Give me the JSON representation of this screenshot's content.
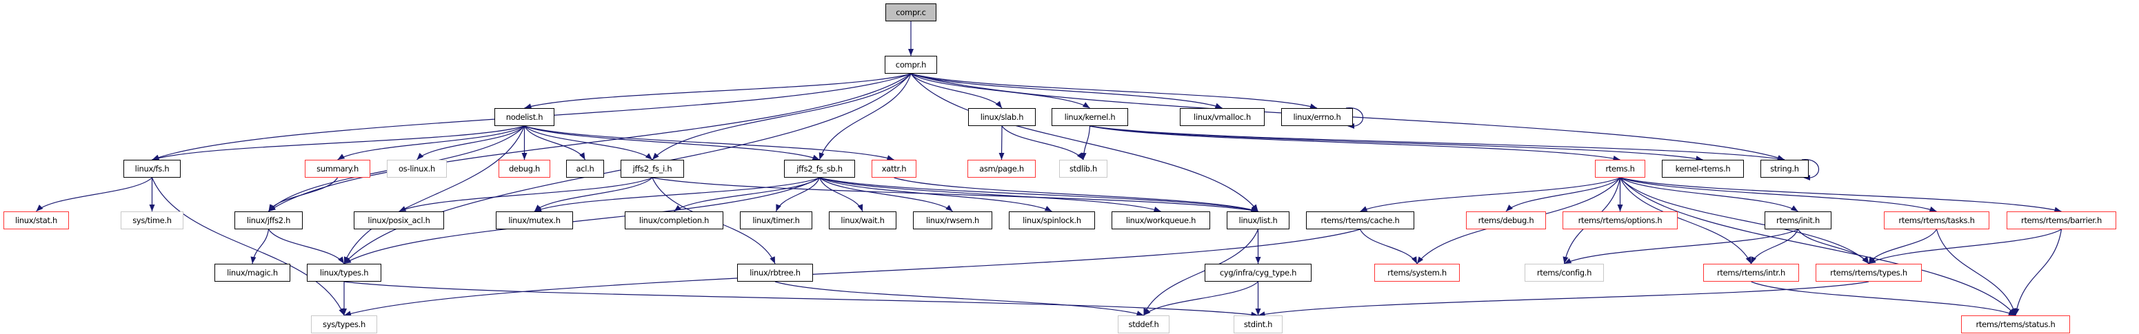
{
  "colors": {
    "edge": "#191970",
    "normal_border": "#000000",
    "red_border": "#ff3333",
    "gray_border": "#c8c8c8",
    "root_fill": "#bfbfbf"
  },
  "nodes": [
    {
      "id": "compr.c",
      "label": "compr.c",
      "style": "root"
    },
    {
      "id": "compr.h",
      "label": "compr.h",
      "style": "normal"
    },
    {
      "id": "nodelist.h",
      "label": "nodelist.h",
      "style": "normal"
    },
    {
      "id": "linux/slab.h",
      "label": "linux/slab.h",
      "style": "normal"
    },
    {
      "id": "linux/kernel.h",
      "label": "linux/kernel.h",
      "style": "normal"
    },
    {
      "id": "linux/vmalloc.h",
      "label": "linux/vmalloc.h",
      "style": "normal"
    },
    {
      "id": "linux/errno.h",
      "label": "linux/errno.h",
      "style": "normal"
    },
    {
      "id": "linux/fs.h",
      "label": "linux/fs.h",
      "style": "normal"
    },
    {
      "id": "summary.h",
      "label": "summary.h",
      "style": "red"
    },
    {
      "id": "os-linux.h",
      "label": "os-linux.h",
      "style": "gray"
    },
    {
      "id": "debug.h",
      "label": "debug.h",
      "style": "red"
    },
    {
      "id": "acl.h",
      "label": "acl.h",
      "style": "normal"
    },
    {
      "id": "jffs2_fs_i.h",
      "label": "jffs2_fs_i.h",
      "style": "normal"
    },
    {
      "id": "jffs2_fs_sb.h",
      "label": "jffs2_fs_sb.h",
      "style": "normal"
    },
    {
      "id": "xattr.h",
      "label": "xattr.h",
      "style": "red"
    },
    {
      "id": "asm/page.h",
      "label": "asm/page.h",
      "style": "red"
    },
    {
      "id": "stdlib.h",
      "label": "stdlib.h",
      "style": "gray"
    },
    {
      "id": "rtems.h",
      "label": "rtems.h",
      "style": "red"
    },
    {
      "id": "kernel-rtems.h",
      "label": "kernel-rtems.h",
      "style": "normal"
    },
    {
      "id": "string.h",
      "label": "string.h",
      "style": "normal"
    },
    {
      "id": "linux/stat.h",
      "label": "linux/stat.h",
      "style": "red"
    },
    {
      "id": "sys/time.h",
      "label": "sys/time.h",
      "style": "gray"
    },
    {
      "id": "linux/jffs2.h",
      "label": "linux/jffs2.h",
      "style": "normal"
    },
    {
      "id": "linux/posix_acl.h",
      "label": "linux/posix_acl.h",
      "style": "normal"
    },
    {
      "id": "linux/mutex.h",
      "label": "linux/mutex.h",
      "style": "normal"
    },
    {
      "id": "linux/completion.h",
      "label": "linux/completion.h",
      "style": "normal"
    },
    {
      "id": "linux/timer.h",
      "label": "linux/timer.h",
      "style": "normal"
    },
    {
      "id": "linux/wait.h",
      "label": "linux/wait.h",
      "style": "normal"
    },
    {
      "id": "linux/rwsem.h",
      "label": "linux/rwsem.h",
      "style": "normal"
    },
    {
      "id": "linux/spinlock.h",
      "label": "linux/spinlock.h",
      "style": "normal"
    },
    {
      "id": "linux/workqueue.h",
      "label": "linux/workqueue.h",
      "style": "normal"
    },
    {
      "id": "linux/list.h",
      "label": "linux/list.h",
      "style": "normal"
    },
    {
      "id": "rtems/rtems/cache.h",
      "label": "rtems/rtems/cache.h",
      "style": "normal"
    },
    {
      "id": "rtems/debug.h",
      "label": "rtems/debug.h",
      "style": "red"
    },
    {
      "id": "rtems/rtems/options.h",
      "label": "rtems/rtems/options.h",
      "style": "red"
    },
    {
      "id": "rtems/init.h",
      "label": "rtems/init.h",
      "style": "normal"
    },
    {
      "id": "rtems/rtems/tasks.h",
      "label": "rtems/rtems/tasks.h",
      "style": "red"
    },
    {
      "id": "rtems/rtems/barrier.h",
      "label": "rtems/rtems/barrier.h",
      "style": "red"
    },
    {
      "id": "linux/magic.h",
      "label": "linux/magic.h",
      "style": "normal"
    },
    {
      "id": "linux/types.h",
      "label": "linux/types.h",
      "style": "normal"
    },
    {
      "id": "linux/rbtree.h",
      "label": "linux/rbtree.h",
      "style": "normal"
    },
    {
      "id": "cyg/infra/cyg_type.h",
      "label": "cyg/infra/cyg_type.h",
      "style": "normal"
    },
    {
      "id": "rtems/system.h",
      "label": "rtems/system.h",
      "style": "red"
    },
    {
      "id": "rtems/config.h",
      "label": "rtems/config.h",
      "style": "gray"
    },
    {
      "id": "rtems/rtems/intr.h",
      "label": "rtems/rtems/intr.h",
      "style": "red"
    },
    {
      "id": "rtems/rtems/types.h",
      "label": "rtems/rtems/types.h",
      "style": "red"
    },
    {
      "id": "sys/types.h",
      "label": "sys/types.h",
      "style": "gray"
    },
    {
      "id": "stddef.h",
      "label": "stddef.h",
      "style": "gray"
    },
    {
      "id": "stdint.h",
      "label": "stdint.h",
      "style": "gray"
    },
    {
      "id": "rtems/rtems/status.h",
      "label": "rtems/rtems/status.h",
      "style": "red"
    }
  ],
  "edges": [
    [
      "compr.c",
      "compr.h"
    ],
    [
      "compr.h",
      "linux/fs.h"
    ],
    [
      "compr.h",
      "linux/jffs2.h"
    ],
    [
      "compr.h",
      "linux/types.h"
    ],
    [
      "compr.h",
      "nodelist.h"
    ],
    [
      "compr.h",
      "jffs2_fs_i.h"
    ],
    [
      "compr.h",
      "jffs2_fs_sb.h"
    ],
    [
      "compr.h",
      "linux/list.h"
    ],
    [
      "compr.h",
      "linux/slab.h"
    ],
    [
      "compr.h",
      "linux/kernel.h"
    ],
    [
      "compr.h",
      "linux/vmalloc.h"
    ],
    [
      "compr.h",
      "linux/errno.h"
    ],
    [
      "compr.h",
      "string.h"
    ],
    [
      "nodelist.h",
      "linux/fs.h"
    ],
    [
      "nodelist.h",
      "linux/jffs2.h"
    ],
    [
      "nodelist.h",
      "summary.h"
    ],
    [
      "nodelist.h",
      "os-linux.h"
    ],
    [
      "nodelist.h",
      "debug.h"
    ],
    [
      "nodelist.h",
      "acl.h"
    ],
    [
      "nodelist.h",
      "jffs2_fs_i.h"
    ],
    [
      "nodelist.h",
      "jffs2_fs_sb.h"
    ],
    [
      "nodelist.h",
      "xattr.h"
    ],
    [
      "nodelist.h",
      "linux/types.h"
    ],
    [
      "linux/fs.h",
      "linux/stat.h"
    ],
    [
      "linux/fs.h",
      "sys/time.h"
    ],
    [
      "linux/fs.h",
      "sys/types.h"
    ],
    [
      "summary.h",
      "linux/jffs2.h"
    ],
    [
      "linux/jffs2.h",
      "linux/magic.h"
    ],
    [
      "linux/jffs2.h",
      "linux/types.h"
    ],
    [
      "linux/types.h",
      "sys/types.h"
    ],
    [
      "linux/types.h",
      "stdint.h"
    ],
    [
      "jffs2_fs_i.h",
      "linux/posix_acl.h"
    ],
    [
      "jffs2_fs_i.h",
      "linux/mutex.h"
    ],
    [
      "jffs2_fs_i.h",
      "linux/rbtree.h"
    ],
    [
      "jffs2_fs_i.h",
      "linux/list.h"
    ],
    [
      "jffs2_fs_sb.h",
      "linux/mutex.h"
    ],
    [
      "jffs2_fs_sb.h",
      "linux/types.h"
    ],
    [
      "jffs2_fs_sb.h",
      "linux/completion.h"
    ],
    [
      "jffs2_fs_sb.h",
      "linux/timer.h"
    ],
    [
      "jffs2_fs_sb.h",
      "linux/wait.h"
    ],
    [
      "jffs2_fs_sb.h",
      "linux/rwsem.h"
    ],
    [
      "jffs2_fs_sb.h",
      "linux/spinlock.h"
    ],
    [
      "jffs2_fs_sb.h",
      "linux/workqueue.h"
    ],
    [
      "jffs2_fs_sb.h",
      "linux/list.h"
    ],
    [
      "xattr.h",
      "linux/list.h"
    ],
    [
      "linux/slab.h",
      "asm/page.h"
    ],
    [
      "linux/slab.h",
      "stdlib.h"
    ],
    [
      "linux/kernel.h",
      "stdlib.h"
    ],
    [
      "linux/kernel.h",
      "rtems.h"
    ],
    [
      "linux/kernel.h",
      "kernel-rtems.h"
    ],
    [
      "linux/kernel.h",
      "string.h"
    ],
    [
      "linux/errno.h",
      "linux/errno.h"
    ],
    [
      "string.h",
      "string.h"
    ],
    [
      "linux/list.h",
      "cyg/infra/cyg_type.h"
    ],
    [
      "linux/list.h",
      "stddef.h"
    ],
    [
      "cyg/infra/cyg_type.h",
      "stddef.h"
    ],
    [
      "cyg/infra/cyg_type.h",
      "stdint.h"
    ],
    [
      "linux/rbtree.h",
      "stddef.h"
    ],
    [
      "rtems/rtems/cache.h",
      "rtems/system.h"
    ],
    [
      "rtems/rtems/cache.h",
      "sys/types.h"
    ],
    [
      "rtems.h",
      "rtems/rtems/cache.h"
    ],
    [
      "rtems.h",
      "rtems/debug.h"
    ],
    [
      "rtems.h",
      "rtems/rtems/options.h"
    ],
    [
      "rtems.h",
      "rtems/config.h"
    ],
    [
      "rtems.h",
      "rtems/system.h"
    ],
    [
      "rtems.h",
      "rtems/init.h"
    ],
    [
      "rtems.h",
      "rtems/rtems/intr.h"
    ],
    [
      "rtems.h",
      "rtems/rtems/types.h"
    ],
    [
      "rtems.h",
      "rtems/rtems/tasks.h"
    ],
    [
      "rtems.h",
      "rtems/rtems/barrier.h"
    ],
    [
      "rtems.h",
      "rtems/rtems/status.h"
    ],
    [
      "rtems/init.h",
      "rtems/config.h"
    ],
    [
      "rtems/init.h",
      "rtems/rtems/intr.h"
    ],
    [
      "rtems/init.h",
      "rtems/rtems/types.h"
    ],
    [
      "rtems/rtems/tasks.h",
      "rtems/rtems/types.h"
    ],
    [
      "rtems/rtems/tasks.h",
      "rtems/rtems/status.h"
    ],
    [
      "rtems/rtems/barrier.h",
      "rtems/rtems/types.h"
    ],
    [
      "rtems/rtems/barrier.h",
      "rtems/rtems/status.h"
    ],
    [
      "rtems/rtems/intr.h",
      "rtems/rtems/status.h"
    ],
    [
      "rtems/rtems/types.h",
      "stdint.h"
    ]
  ]
}
